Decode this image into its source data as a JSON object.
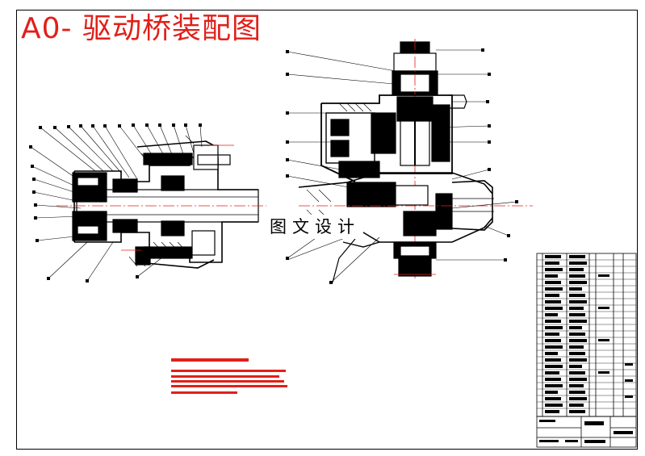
{
  "drawing": {
    "title": "A0- 驱动桥装配图",
    "watermark": "图文设计"
  },
  "colors": {
    "title": "#e0201a",
    "technical_requirements": "#e0201a",
    "centerlines": "#e0201a",
    "lines": "#000000"
  },
  "views": [
    {
      "id": "hub-wheel-end-section"
    },
    {
      "id": "main-reducer-differential-section"
    }
  ],
  "parts_list": {
    "id": "parts-list-table"
  },
  "title_block": {
    "id": "title-block"
  },
  "technical_requirements": {
    "line_count": 6
  }
}
